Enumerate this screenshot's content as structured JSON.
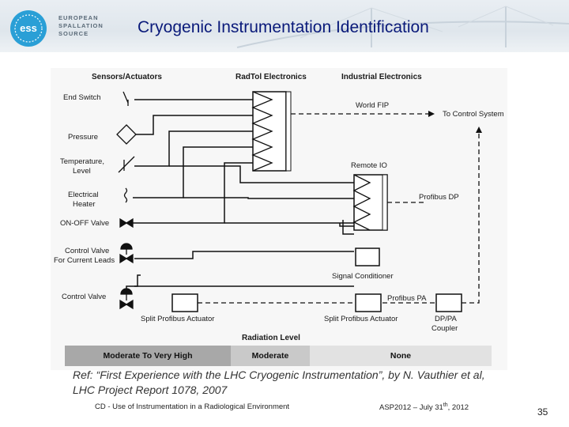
{
  "header": {
    "org": "EUROPEAN\nSPALLATION\nSOURCE",
    "logo_text": "ess",
    "title": "Cryogenic Instrumentation Identification"
  },
  "diagram": {
    "columns": {
      "sensors": "Sensors/Actuators",
      "radtol": "RadTol Electronics",
      "industrial": "Industrial Electronics"
    },
    "sensors": {
      "end_switch": "End Switch",
      "pressure": "Pressure",
      "temperature_1": "Temperature,",
      "temperature_2": "Level",
      "heater_1": "Electrical",
      "heater_2": "Heater",
      "onoff": "ON-OFF Valve",
      "cv_leads_1": "Control Valve",
      "cv_leads_2": "For Current Leads",
      "control_valve": "Control Valve"
    },
    "labels": {
      "worldfip": "World FIP",
      "to_control": "To Control System",
      "remote_io": "Remote IO",
      "profibus_dp": "Profibus DP",
      "signal_conditioner": "Signal Conditioner",
      "profibus_pa": "Profibus PA",
      "split_1": "Split Profibus Actuator",
      "split_2": "Split Profibus Actuator",
      "dppa_1": "DP/PA",
      "dppa_2": "Coupler",
      "radiation_level": "Radiation Level"
    },
    "bands": [
      {
        "label": "Moderate To Very High",
        "color": "#a8a8a8"
      },
      {
        "label": "Moderate",
        "color": "#c9c9c9"
      },
      {
        "label": "None",
        "color": "#e2e2e2"
      }
    ]
  },
  "reference": "Ref: “First Experience with the LHC Cryogenic Instrumentation”, by N. Vauthier et al, LHC Project Report 1078, 2007",
  "footer": {
    "left": "CD - Use of Instrumentation in a Radiological Environment",
    "right_pre": "ASP2012 – July 31",
    "right_sup": "th",
    "right_post": ", 2012",
    "page": "35"
  }
}
